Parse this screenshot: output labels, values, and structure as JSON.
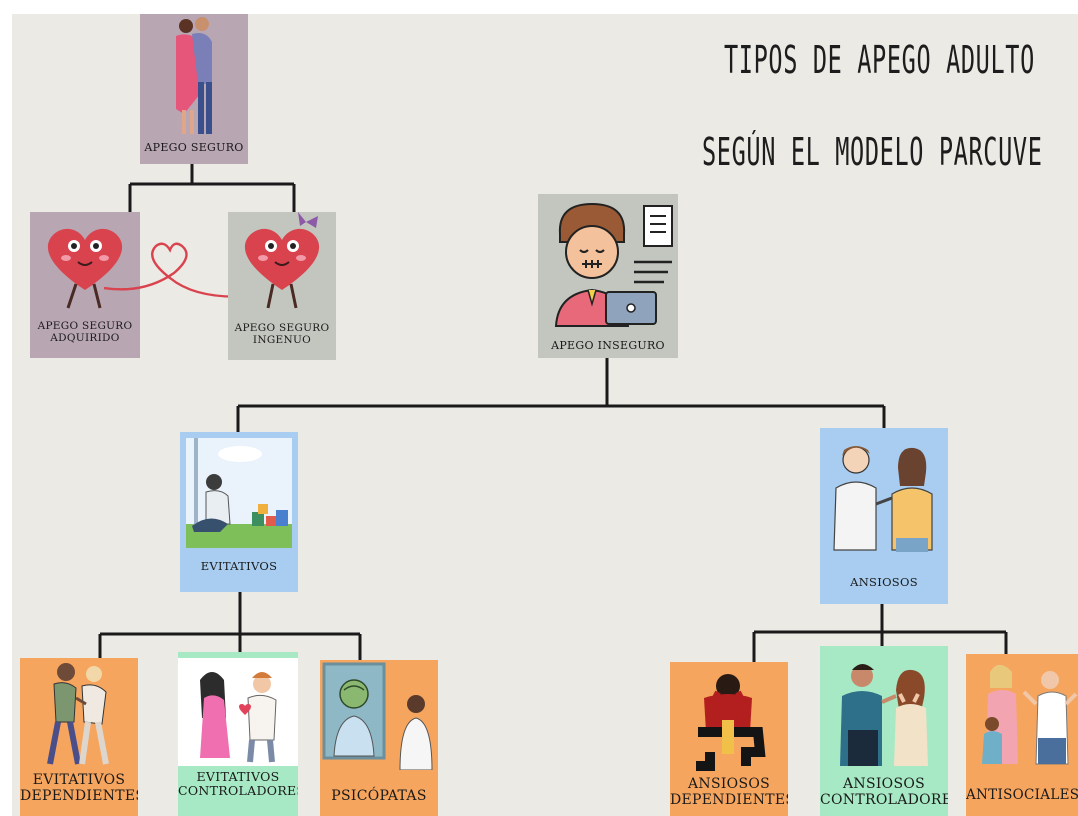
{
  "title": {
    "line1": "TIPOS DE APEGO ADULTO",
    "line2": "SEGÚN EL MODELO PARCUVE"
  },
  "colors": {
    "background": "#eceae5",
    "mauve": "#b8a6b3",
    "sage": "#c3c6bf",
    "blue": "#a8cdf0",
    "orange": "#f6a55e",
    "mint": "#a6e9c4",
    "lines": "#1a1a1a"
  },
  "nodes": {
    "apego_seguro": {
      "label_1": "APEGO SEGURO",
      "icon": "couple-hugging-icon"
    },
    "seguro_adquirido": {
      "label_1": "APEGO SEGURO",
      "label_2": "ADQUIRIDO",
      "icon": "heart-character-icon"
    },
    "seguro_ingenuo": {
      "label_1": "APEGO SEGURO",
      "label_2": "INGENUO",
      "icon": "heart-character-bow-icon"
    },
    "apego_inseguro": {
      "label_1": "APEGO INSEGURO",
      "icon": "worried-person-laptop-icon"
    },
    "evitativos": {
      "label_1": "EVITATIVOS",
      "icon": "person-sitting-alone-icon"
    },
    "ansiosos": {
      "label_1": "ANSIOSOS",
      "icon": "couple-arguing-icon"
    },
    "evit_dependientes": {
      "label_1": "EVITATIVOS",
      "label_2": "DEPENDIENTES",
      "icon": "couple-walking-icon"
    },
    "evit_controladores": {
      "label_1": "EVITATIVOS",
      "label_2": "CONTROLADORES",
      "icon": "couple-giving-heart-icon"
    },
    "psicopatas": {
      "label_1": "PSICÓPATAS",
      "icon": "mirror-reflection-icon"
    },
    "ans_dependientes": {
      "label_1": "ANSIOSOS",
      "label_2": "DEPENDIENTES",
      "icon": "person-head-in-hands-icon"
    },
    "ans_controladores": {
      "label_1": "ANSIOSOS",
      "label_2": "CONTROLADORES",
      "icon": "man-shouting-woman-icon"
    },
    "antisociales": {
      "label_1": "ANTISOCIALES",
      "icon": "family-conflict-icon"
    }
  },
  "connector": {
    "heart_icon": "heart-outline-icon"
  }
}
